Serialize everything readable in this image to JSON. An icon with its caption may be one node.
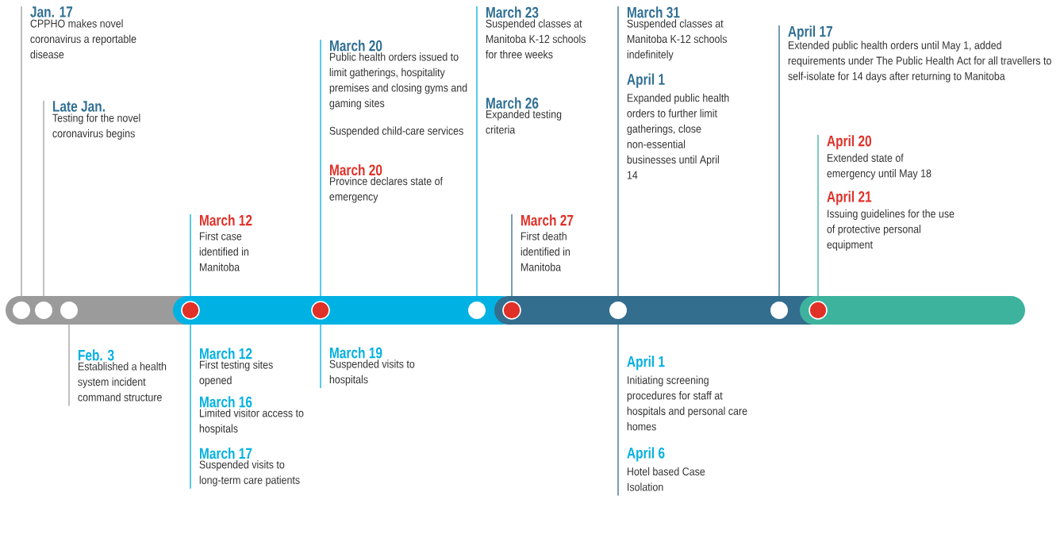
{
  "diagram": {
    "nodes": [
      {
        "text": [],
        "shape": "circle"
      },
      {
        "text": [],
        "shape": "circle"
      },
      {
        "text": [],
        "shape": "circle"
      },
      {
        "text": [],
        "shape": "circle"
      },
      {
        "text": [],
        "shape": "circle"
      },
      {
        "text": [],
        "shape": "circle"
      },
      {
        "text": [],
        "shape": "circle"
      },
      {
        "text": [],
        "shape": "circle"
      },
      {
        "text": [],
        "shape": "circle"
      },
      {
        "text": [],
        "shape": "circle"
      },
      {
        "text": [
          "Jan. 17",
          "CPPHO makes novel coronavirus a reportable disease"
        ]
      },
      {
        "text": [
          "Late Jan.",
          "Testing for the novel coronavirus begins"
        ]
      },
      {
        "text": [
          "March 12",
          "First case identified in Manitoba"
        ]
      },
      {
        "text": [
          "March 20",
          "Public health orders issued to limit gatherings, hospitality premises and closing gyms and gaming sites",
          "Suspended child-care services",
          "March 20",
          "Province declares state of emergency"
        ]
      },
      {
        "text": [
          "March 23",
          "Suspended classes at Manitoba K-12 schools for three weeks",
          "March 26",
          "Expanded testing criteria"
        ]
      },
      {
        "text": [
          "March 27",
          "First death identified in Manitoba"
        ]
      },
      {
        "text": [
          "March 31",
          "Suspended classes at Manitoba K-12 schools indefinitely",
          "April 1",
          "Expanded public health orders to further limit gatherings, close non-essential businesses until April 14"
        ]
      },
      {
        "text": [
          "April 17",
          "Extended public health orders until May 1, added requirements under The Public Health Act for all travellers to self-isolate for 14 days after returning to Manitoba"
        ]
      },
      {
        "text": [
          "April 20",
          "Extended state of emergency until May 18",
          "April 21",
          "Issuing guidelines for the use of protective personal equipment"
        ]
      },
      {
        "text": [
          "Feb. 3",
          "Established a health system incident command structure"
        ]
      },
      {
        "text": [
          "March 12",
          "First testing sites opened",
          "March 16",
          "Limited visitor access to hospitals",
          "March 17",
          "Suspended visits to long-term care patients"
        ]
      },
      {
        "text": [
          "March 19",
          "Suspended visits to hospitals"
        ]
      },
      {
        "text": [
          "April 1",
          "Initiating screening procedures for staff at hospitals and personal care homes",
          "April 6",
          "Hotel based Case Isolation"
        ]
      }
    ],
    "edges": [
      {
        "from": 10,
        "to": 0,
        "arrow": "none",
        "color": "#a0a0a0"
      },
      {
        "from": 11,
        "to": 1,
        "arrow": "none",
        "color": "#a0a0a0"
      },
      {
        "from": 12,
        "to": 3,
        "arrow": "none"
      },
      {
        "from": 13,
        "to": 4,
        "arrow": "none"
      },
      {
        "from": 14,
        "to": 5,
        "arrow": "none"
      },
      {
        "from": 15,
        "to": 6,
        "arrow": "none",
        "color": "#336e8e"
      },
      {
        "from": 16,
        "to": 7,
        "arrow": "none",
        "color": "#336e8e"
      },
      {
        "from": 17,
        "to": 8,
        "arrow": "none",
        "color": "#336e8e"
      },
      {
        "from": 18,
        "to": 9,
        "arrow": "none",
        "color": "#3db39e"
      },
      {
        "from": 19,
        "to": 2,
        "arrow": "none",
        "color": "#a0a0a0"
      },
      {
        "from": 20,
        "to": 3,
        "arrow": "none"
      },
      {
        "from": 21,
        "to": 4,
        "arrow": "none"
      },
      {
        "from": 22,
        "to": 7,
        "arrow": "none",
        "color": "#336e8e"
      }
    ]
  }
}
